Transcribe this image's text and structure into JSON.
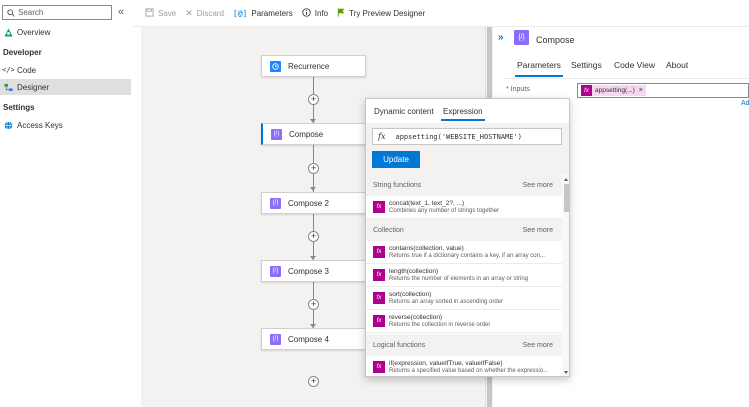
{
  "sidebar": {
    "search_placeholder": "Search",
    "collapse_glyph": "«",
    "overview": "Overview",
    "section_developer": "Developer",
    "code": "Code",
    "designer": "Designer",
    "section_settings": "Settings",
    "access_keys": "Access Keys"
  },
  "toolbar": {
    "save": "Save",
    "discard": "Discard",
    "parameters": "Parameters",
    "info": "Info",
    "try_preview": "Try Preview Designer"
  },
  "workflow": {
    "steps": [
      {
        "label": "Recurrence",
        "icon": "clock-icon",
        "color": "#1f85ff"
      },
      {
        "label": "Compose",
        "icon": "compose-icon",
        "color": "#8c6cff"
      },
      {
        "label": "Compose 2",
        "icon": "compose-icon",
        "color": "#8c6cff"
      },
      {
        "label": "Compose 3",
        "icon": "compose-icon",
        "color": "#8c6cff"
      },
      {
        "label": "Compose 4",
        "icon": "compose-icon",
        "color": "#8c6cff"
      }
    ]
  },
  "panel": {
    "title": "Compose",
    "tabs": [
      "Parameters",
      "Settings",
      "Code View",
      "About"
    ],
    "active_tab": "Parameters",
    "inputs_label": "* Inputs",
    "token_text": "appsetting(...)",
    "token_remove": "×",
    "add_link": "Ad"
  },
  "popup": {
    "tabs": [
      "Dynamic content",
      "Expression"
    ],
    "active_tab": "Expression",
    "fx_glyph": "fx",
    "expression_value": "appsetting('WEBSITE_HOSTNAME')",
    "update_label": "Update",
    "see_more": "See more",
    "categories": [
      {
        "name": "String functions",
        "functions": [
          {
            "sig": "concat(text_1, text_2?, ...)",
            "desc": "Combines any number of strings together"
          }
        ]
      },
      {
        "name": "Collection",
        "functions": [
          {
            "sig": "contains(collection, value)",
            "desc": "Returns true if a dictionary contains a key, if an array con..."
          },
          {
            "sig": "length(collection)",
            "desc": "Returns the number of elements in an array or string"
          },
          {
            "sig": "sort(collection)",
            "desc": "Returns an array sorted in ascending order"
          },
          {
            "sig": "reverse(collection)",
            "desc": "Returns the collection in reverse order"
          }
        ]
      },
      {
        "name": "Logical functions",
        "functions": [
          {
            "sig": "if(expression, valueIfTrue, valueIfFalse)",
            "desc": "Returns a specified value based on whether the expressio..."
          }
        ]
      }
    ]
  },
  "colors": {
    "accent": "#0078d4",
    "compose_tile": "#8c6cff",
    "recurrence_tile": "#1f85ff",
    "function_tile": "#ad008c",
    "token_bg": "#f6d6f1"
  }
}
